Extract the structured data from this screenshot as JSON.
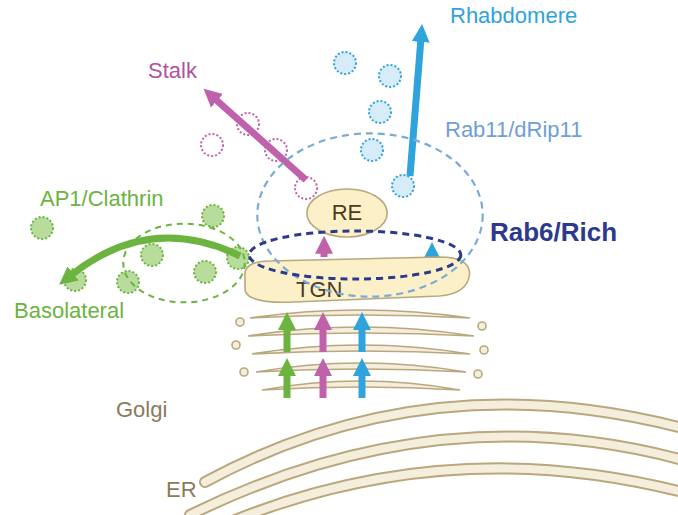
{
  "diagram": {
    "nodes": [
      {
        "text": [
          "Rab11/dRip11"
        ]
      },
      {
        "text": [
          "AP1/Clathrin"
        ]
      },
      {
        "text": [
          "RE"
        ]
      },
      {
        "text": [
          "Rab6/Rich"
        ]
      },
      {
        "text": [
          "TGN"
        ]
      }
    ],
    "edges": [
      {
        "from": 4,
        "to": 2,
        "arrow": "to"
      }
    ],
    "labels": [
      "Stalk",
      "Rhabdomere",
      "Basolateral",
      "Golgi",
      "ER"
    ]
  }
}
